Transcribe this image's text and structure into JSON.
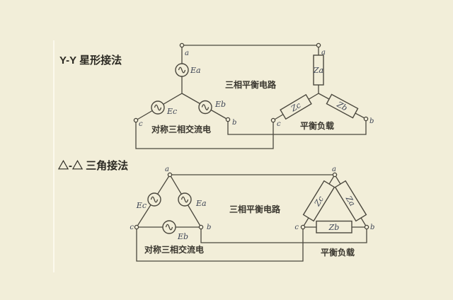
{
  "colors": {
    "background": "#f2eed9",
    "wire": "#4a473d",
    "terminal_label": "#3c4354",
    "caption_text": "#39362e"
  },
  "yy": {
    "title": "Y-Y 星形接法",
    "circuit_label": "三相平衡电路",
    "source": {
      "caption": "对称三相交流电",
      "terminal_a": "a",
      "terminal_b": "b",
      "terminal_c": "c",
      "emf_a": "Ea",
      "emf_b": "Eb",
      "emf_c": "Ec"
    },
    "load": {
      "caption": "平衡负载",
      "terminal_a": "a",
      "terminal_b": "b",
      "terminal_c": "c",
      "impedance_a": "Za",
      "impedance_b": "Zb",
      "impedance_c": "Zc"
    }
  },
  "dd": {
    "title": "△-△ 三角接法",
    "circuit_label": "三相平衡电路",
    "source": {
      "caption": "对称三相交流电",
      "terminal_a": "a",
      "terminal_b": "b",
      "terminal_c": "c",
      "emf_a": "Ea",
      "emf_b": "Eb",
      "emf_c": "Ec"
    },
    "load": {
      "caption": "平衡负载",
      "terminal_a": "a",
      "terminal_b": "b",
      "terminal_c": "c",
      "impedance_a": "Za",
      "impedance_b": "Zb",
      "impedance_c": "Zc"
    }
  }
}
